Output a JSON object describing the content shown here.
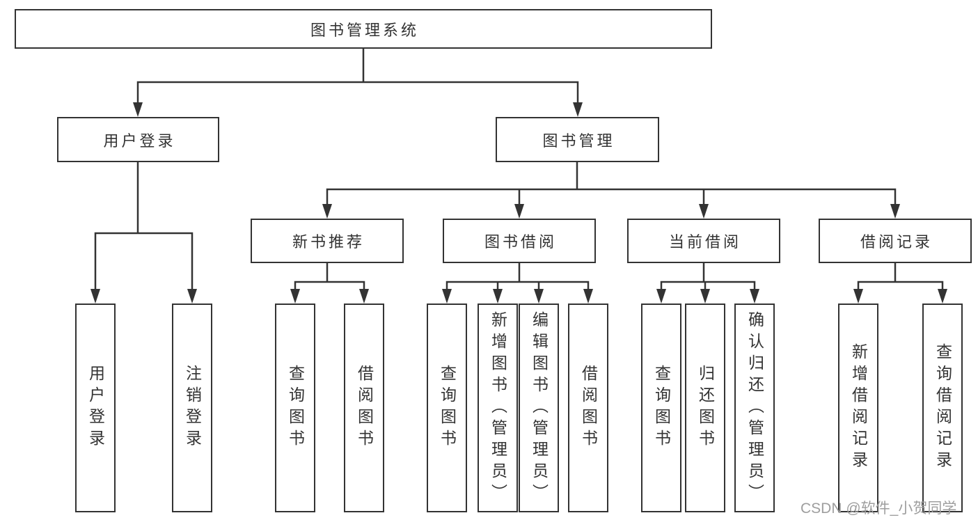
{
  "diagram": {
    "root": {
      "label": "图书管理系统"
    },
    "level2": [
      {
        "label": "用户登录"
      },
      {
        "label": "图书管理"
      }
    ],
    "level3": [
      {
        "label": "新书推荐",
        "parent": "图书管理"
      },
      {
        "label": "图书借阅",
        "parent": "图书管理"
      },
      {
        "label": "当前借阅",
        "parent": "图书管理"
      },
      {
        "label": "借阅记录",
        "parent": "图书管理"
      }
    ],
    "leaves": [
      {
        "label": "用户登录",
        "parent": "用户登录"
      },
      {
        "label": "注销登录",
        "parent": "用户登录"
      },
      {
        "label": "查询图书",
        "parent": "新书推荐"
      },
      {
        "label": "借阅图书",
        "parent": "新书推荐"
      },
      {
        "label": "查询图书",
        "parent": "图书借阅"
      },
      {
        "label": "新增图书（管理员）",
        "parent": "图书借阅"
      },
      {
        "label": "编辑图书（管理员）",
        "parent": "图书借阅"
      },
      {
        "label": "借阅图书",
        "parent": "图书借阅"
      },
      {
        "label": "查询图书",
        "parent": "当前借阅"
      },
      {
        "label": "归还图书",
        "parent": "当前借阅"
      },
      {
        "label": "确认归还（管理员）",
        "parent": "当前借阅"
      },
      {
        "label": "新增借阅记录",
        "parent": "借阅记录"
      },
      {
        "label": "查询借阅记录",
        "parent": "借阅记录"
      }
    ]
  },
  "watermark": {
    "text": "CSDN @软件_小贺同学"
  },
  "colors": {
    "line": "#333333",
    "box_fill": "#ffffff",
    "text": "#333333",
    "watermark": "#9e9e9e"
  }
}
